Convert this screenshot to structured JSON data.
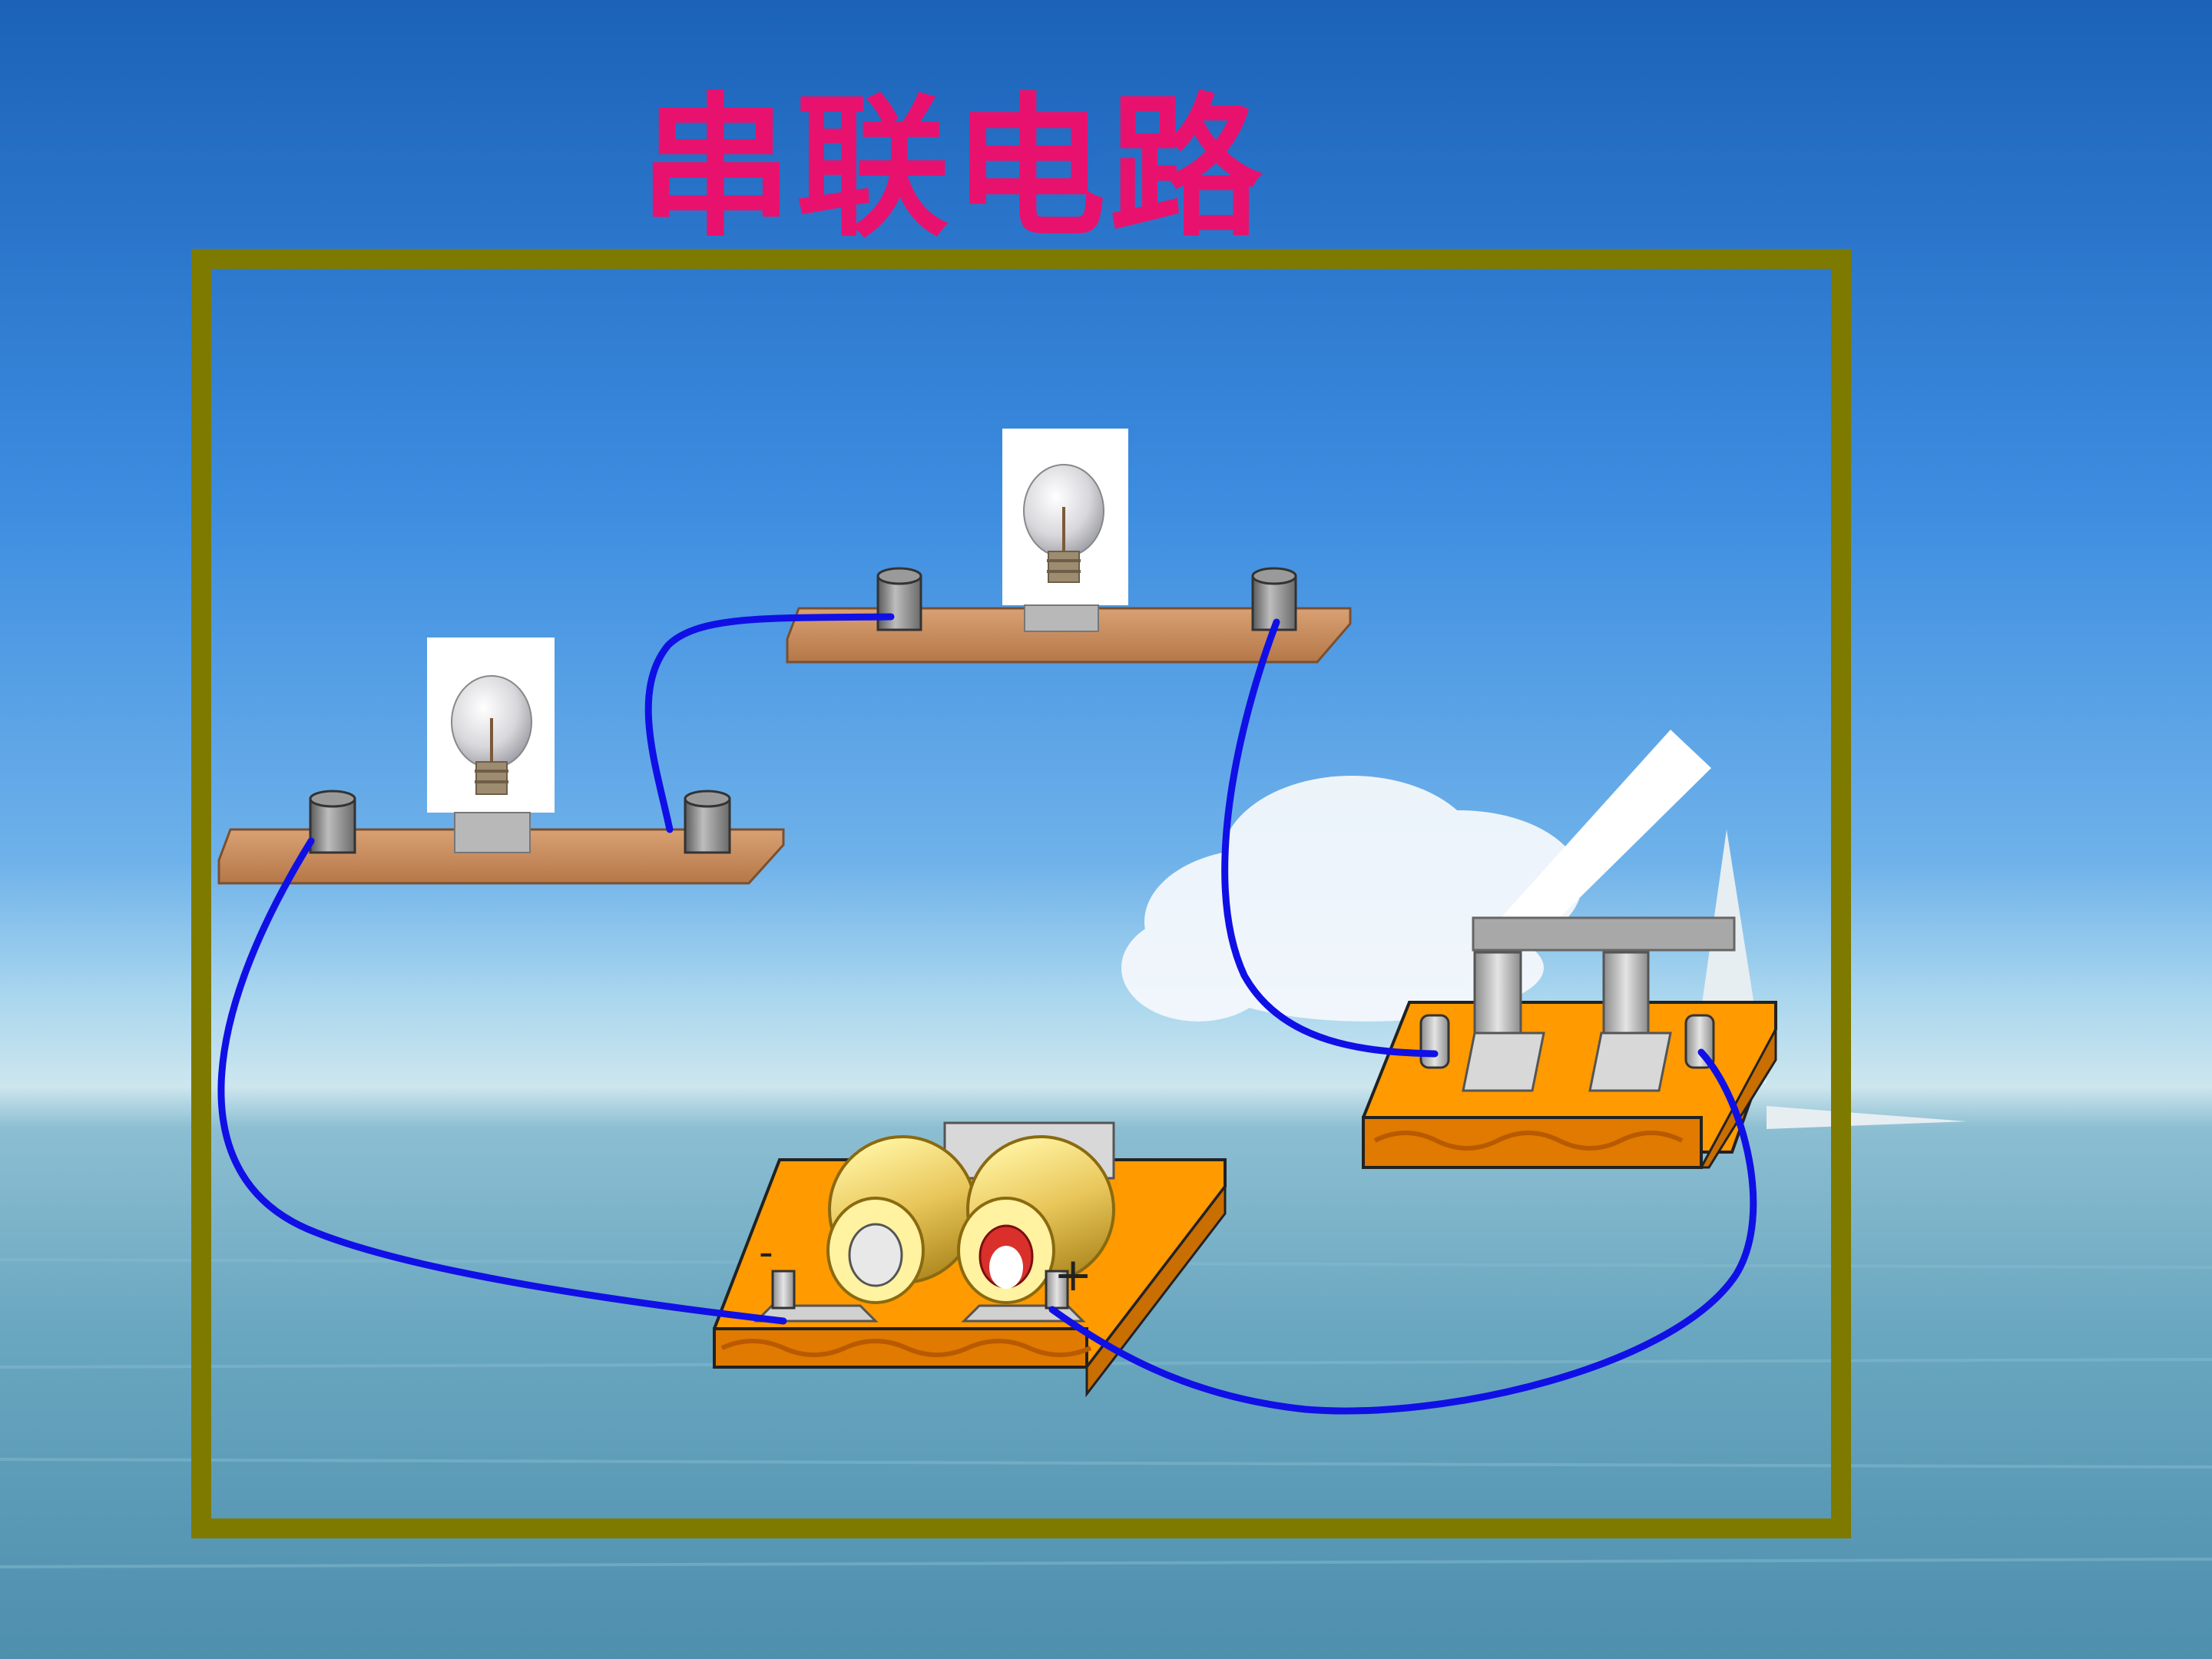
{
  "slide": {
    "title": "串联电路",
    "minus_label": "-",
    "plus_label": "+"
  },
  "colors": {
    "title": "#E8126E",
    "frame": "#7E7A00",
    "wire": "#1010E6",
    "board_wood": "#C98B5A",
    "base_orange": "#FF9A00",
    "sky_top": "#1F6FC2",
    "sea": "#5E9DB8"
  },
  "components": {
    "bulbs": 2,
    "battery_cells": 2,
    "switch_state": "open"
  }
}
